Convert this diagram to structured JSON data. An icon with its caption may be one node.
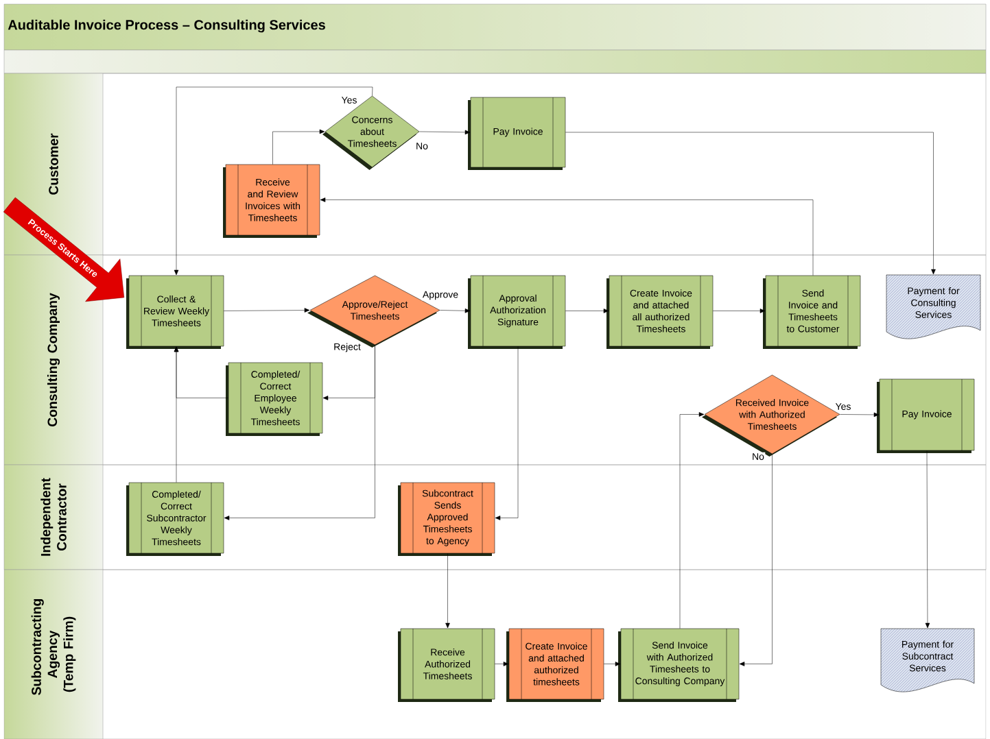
{
  "diagram": {
    "title": "Auditable Invoice Process – Consulting Services",
    "nodes": [
      {
        "text": [
          "Customer"
        ]
      },
      {
        "text": [
          "Consulting Company"
        ]
      },
      {
        "text": [
          "Independent Contractor"
        ]
      },
      {
        "text": [
          "Subcontracting Agency (Temp Firm)"
        ]
      },
      {
        "text": [
          "Concerns about Timesheets"
        ],
        "in": 0
      },
      {
        "text": [
          "Pay Invoice"
        ],
        "in": 0
      },
      {
        "text": [
          "Receive and Review Invoices with Timesheets"
        ],
        "in": 0
      },
      {
        "text": [
          "Process Starts Here"
        ]
      },
      {
        "text": [
          "Collect & Review Weekly Timesheets"
        ],
        "in": 1
      },
      {
        "text": [
          "Approve/Reject Timesheets"
        ],
        "in": 1
      },
      {
        "text": [
          "Approval Authorization Signature"
        ],
        "in": 1
      },
      {
        "text": [
          "Create Invoice and attached all authorized Timesheets"
        ],
        "in": 1
      },
      {
        "text": [
          "Send Invoice and Timesheets to Customer"
        ],
        "in": 1
      },
      {
        "text": [
          "Payment for Consulting Services"
        ],
        "in": 1
      },
      {
        "text": [
          "Completed/ Correct Employee Weekly Timesheets"
        ],
        "in": 1
      },
      {
        "text": [
          "Received Invoice with Authorized Timesheets"
        ],
        "in": 1
      },
      {
        "text": [
          "Pay Invoice"
        ],
        "in": 1
      },
      {
        "text": [
          "Completed/ Correct Subcontractor Weekly Timesheets"
        ],
        "in": 2
      },
      {
        "text": [
          "Subcontract Sends Approved Timesheets to Agency"
        ],
        "in": 2
      },
      {
        "text": [
          "Receive Authorized Timesheets"
        ],
        "in": 3
      },
      {
        "text": [
          "Create Invoice and attached authorized timesheets"
        ],
        "in": 3
      },
      {
        "text": [
          "Send Invoice with Authorized Timesheets to Consulting Company"
        ],
        "in": 3
      },
      {
        "text": [
          "Payment for Subcontract Services"
        ],
        "in": 3
      }
    ],
    "edges": [
      {
        "from": 6,
        "to": 4,
        "arrow": "to"
      },
      {
        "from": 4,
        "to": 8,
        "arrow": "to",
        "label": "Yes"
      },
      {
        "from": 4,
        "to": 5,
        "arrow": "to",
        "label": "No"
      },
      {
        "from": 5,
        "to": 13,
        "arrow": "to"
      },
      {
        "from": 12,
        "to": 6,
        "arrow": "to"
      },
      {
        "from": 8,
        "to": 9,
        "arrow": "to"
      },
      {
        "from": 9,
        "to": 10,
        "arrow": "to",
        "label": "Approve"
      },
      {
        "from": 10,
        "to": 11,
        "arrow": "to"
      },
      {
        "from": 11,
        "to": 12,
        "arrow": "to"
      },
      {
        "from": 9,
        "to": 14,
        "arrow": "to",
        "label": "Reject"
      },
      {
        "from": 9,
        "to": 17,
        "arrow": "to"
      },
      {
        "from": 14,
        "to": 8,
        "arrow": "to"
      },
      {
        "from": 17,
        "to": 8,
        "arrow": "to"
      },
      {
        "from": 10,
        "to": 18,
        "arrow": "to"
      },
      {
        "from": 18,
        "to": 19,
        "arrow": "to"
      },
      {
        "from": 19,
        "to": 20,
        "arrow": "to"
      },
      {
        "from": 20,
        "to": 21,
        "arrow": "to"
      },
      {
        "from": 21,
        "to": 15,
        "arrow": "to"
      },
      {
        "from": 15,
        "to": 16,
        "arrow": "to",
        "label": "Yes"
      },
      {
        "from": 15,
        "to": 21,
        "arrow": "to",
        "label": "No"
      },
      {
        "from": 16,
        "to": 22,
        "arrow": "to"
      }
    ]
  }
}
